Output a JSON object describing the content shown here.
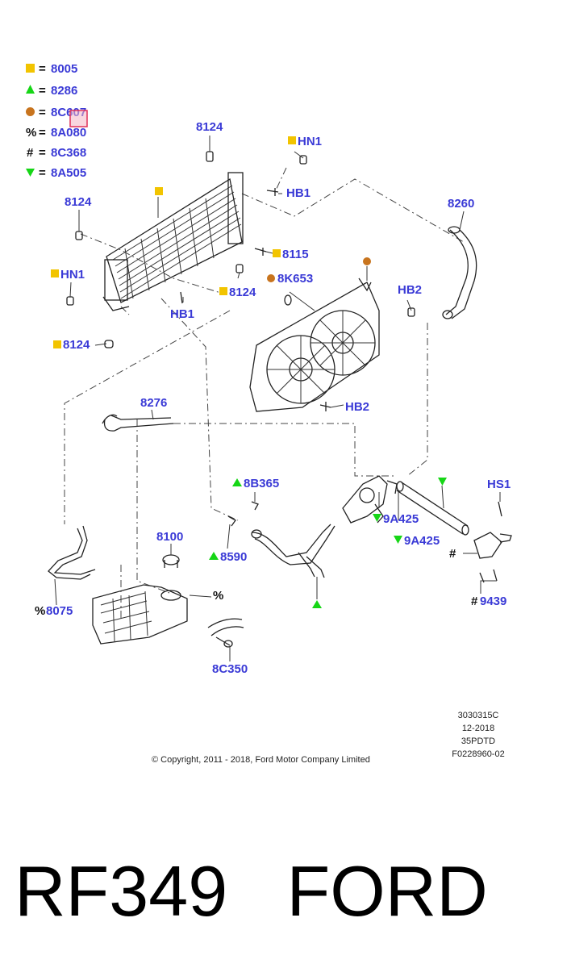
{
  "colors": {
    "square": "#f2c400",
    "triangle_up": "#16d616",
    "circle": "#c8741e",
    "triangle_down": "#16d616",
    "label_text": "#3a3ad6",
    "highlight": "#e0305a"
  },
  "legend": [
    {
      "symbol_type": "square",
      "sep": "=",
      "code": "8005"
    },
    {
      "symbol_type": "triangle-up",
      "sep": "=",
      "code": "8286"
    },
    {
      "symbol_type": "circle",
      "sep": "=",
      "code": "8C607"
    },
    {
      "symbol_type": "text",
      "symbol": "%",
      "sep": "=",
      "code": "8A080"
    },
    {
      "symbol_type": "text",
      "symbol": "#",
      "sep": "=",
      "code": "8C368"
    },
    {
      "symbol_type": "triangle-down",
      "sep": "=",
      "code": "8A505"
    }
  ],
  "callouts": {
    "p8124_top": "8124",
    "hn1_top": "HN1",
    "hb1_top": "HB1",
    "p8124_left": "8124",
    "p8260": "8260",
    "p8115": "8115",
    "hn1_left": "HN1",
    "p8124_mid": "8124",
    "p8k653": "8K653",
    "hb2_right": "HB2",
    "hb1_bottom": "HB1",
    "p8124_low": "8124",
    "hb2_bottom": "HB2",
    "p8276": "8276",
    "p8b365": "8B365",
    "hs1": "HS1",
    "p9a425_a": "9A425",
    "p9a425_b": "9A425",
    "p8100": "8100",
    "p8590": "8590",
    "pct_mark": "%",
    "hash_mark": "#",
    "p8075": "8075",
    "p9439": "9439",
    "p8c350": "8C350"
  },
  "doc_info": {
    "line1": "3030315C",
    "line2": "12-2018",
    "line3": "35PDTD",
    "line4": "F0228960-02"
  },
  "copyright": "© Copyright, 2011 - 2018, Ford Motor Company Limited",
  "caption": "RF349   FORD"
}
